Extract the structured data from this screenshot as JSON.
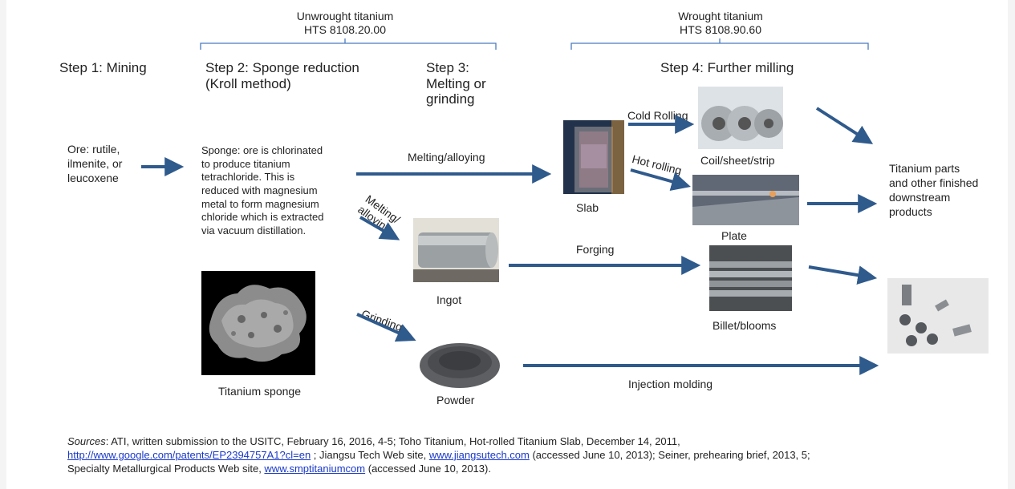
{
  "top_cut_text": "",
  "groups": {
    "unwrought": {
      "title": "Unwrought titanium",
      "code": "HTS 8108.20.00"
    },
    "wrought": {
      "title": "Wrought titanium",
      "code": "HTS 8108.90.60"
    }
  },
  "steps": {
    "s1": "Step 1: Mining",
    "s2_l1": "Step 2: Sponge reduction",
    "s2_l2": "(Kroll method)",
    "s3_l1": "Step 3:",
    "s3_l2": "Melting  or",
    "s3_l3": "grinding",
    "s4": "Step 4: Further milling"
  },
  "ore": [
    "Ore: rutile,",
    "ilmenite, or",
    "leucoxene"
  ],
  "sponge_desc": [
    "Sponge: ore is chlorinated",
    "to produce titanium",
    "tetrachloride. This is",
    "reduced with magnesium",
    "metal to form magnesium",
    "chloride which is extracted",
    "via vacuum distillation."
  ],
  "arrow_labels": {
    "melting_alloying": "Melting/alloying",
    "melting_alloying_diag_1": "Melting/",
    "melting_alloying_diag_2": "alloying",
    "grinding": "Grinding",
    "forging": "Forging",
    "injection_molding": "Injection molding",
    "cold_rolling": "Cold Rolling",
    "hot_rolling": "Hot rolling"
  },
  "products": {
    "slab": "Slab",
    "ingot": "Ingot",
    "powder": "Powder",
    "titanium_sponge": "Titanium sponge",
    "coil": "Coil/sheet/strip",
    "plate": "Plate",
    "billet": "Billet/blooms"
  },
  "final_products": [
    "Titanium parts",
    "and other finished",
    "downstream",
    "products"
  ],
  "sources": {
    "label": "Sources",
    "line1": ": ATI,  written submission to the USITC, February 16, 2016, 4-5; Toho Titanium, Hot-rolled Titanium Slab, December 14, 2011,",
    "link1": "http://www.google.com/patents/EP2394757A1?cl=en",
    "line2_mid": " ; Jiangsu Tech Web site, ",
    "link2": "www.jiangsutech.com",
    "line2_end": " (accessed June 10, 2013); Seiner, prehearing brief,  2013, 5;",
    "line3_start": "Specialty Metallurgical Products Web site, ",
    "link3": "www.smptitaniumcom",
    "line3_end": " (accessed June 10, 2013)."
  },
  "colors": {
    "arrow": "#2f5a8c",
    "brace": "#4a7bc0",
    "link": "#1a39c9"
  }
}
